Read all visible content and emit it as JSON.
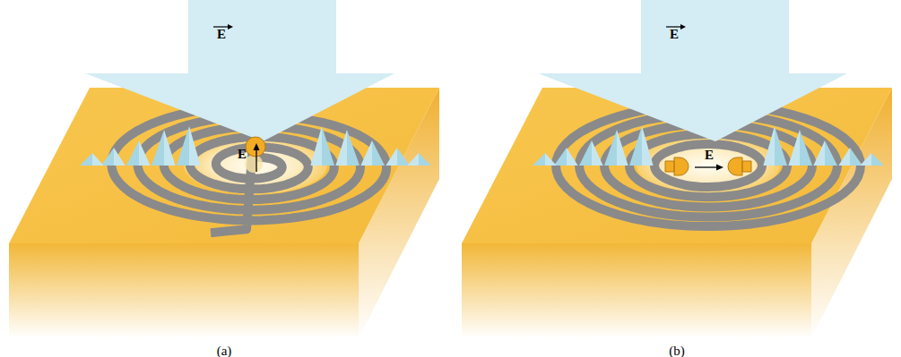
{
  "diagram": {
    "labels": [
      "E",
      "E",
      "E",
      "E",
      "(a)",
      "(b)"
    ]
  }
}
